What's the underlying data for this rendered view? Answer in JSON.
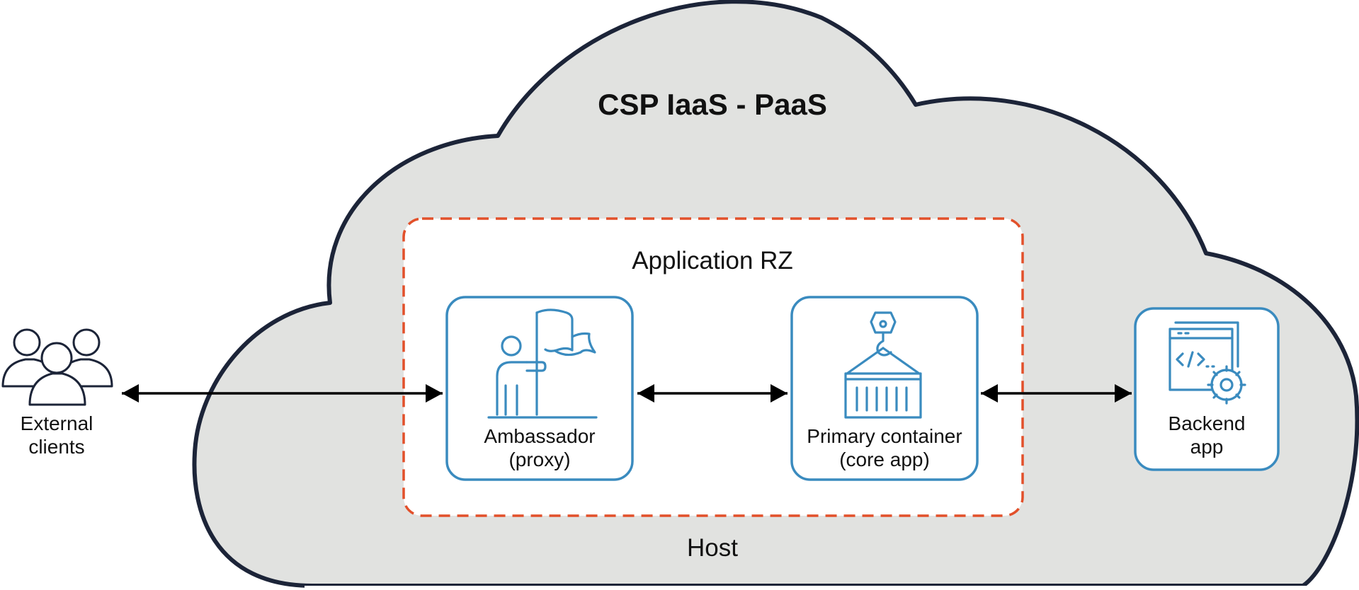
{
  "diagram": {
    "cloud_title": "CSP IaaS - PaaS",
    "zone_label": "Application RZ",
    "host_label": "Host",
    "external": {
      "line1": "External",
      "line2": "clients"
    },
    "ambassador": {
      "line1": "Ambassador",
      "line2": "(proxy)"
    },
    "primary": {
      "line1": "Primary container",
      "line2": "(core app)"
    },
    "backend": {
      "line1": "Backend",
      "line2": "app"
    }
  },
  "colors": {
    "cloud_fill": "#e1e2e0",
    "cloud_stroke": "#1c2438",
    "zone_dash": "#e2502a",
    "box_stroke": "#3a8bbf",
    "arrow": "#000000"
  },
  "icons": {
    "external": "users-group-icon",
    "ambassador": "person-with-flag-icon",
    "primary": "crane-container-icon",
    "backend": "code-window-gear-icon"
  }
}
